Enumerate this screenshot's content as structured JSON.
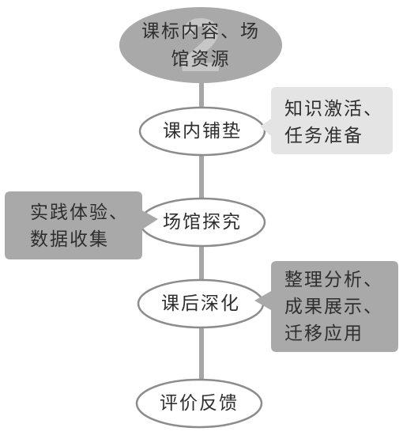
{
  "title": {
    "line1": "课标内容、场",
    "line2": "馆资源"
  },
  "steps": [
    {
      "label": "课内铺垫"
    },
    {
      "label": "场馆探究"
    },
    {
      "label": "课后深化"
    },
    {
      "label": "评价反馈"
    }
  ],
  "callouts": [
    {
      "lines": [
        "知识激活、",
        "任务准备"
      ]
    },
    {
      "lines": [
        "实践体验、",
        "数据收集"
      ]
    },
    {
      "lines": [
        "整理分析、",
        "成果展示、",
        "迁移应用"
      ]
    }
  ],
  "colors": {
    "top_node": "#a9a9a9",
    "line": "#a6a6a6",
    "callout_light": "#e4e4e4",
    "callout_dark": "#a9a9a9",
    "border": "#8c8c8c"
  }
}
